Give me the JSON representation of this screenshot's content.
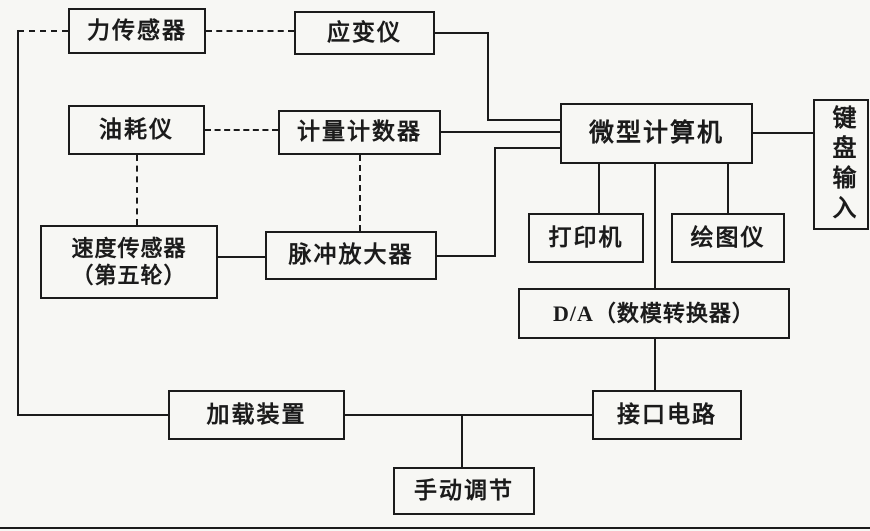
{
  "diagram": {
    "nodes": {
      "force_sensor": "力传感器",
      "strain_gauge": "应变仪",
      "fuel_meter": "油耗仪",
      "metering_counter": "计量计数器",
      "microcomputer": "微型计算机",
      "keyboard_input": "键盘输入",
      "speed_sensor_line1": "速度传感器",
      "speed_sensor_line2": "（第五轮）",
      "pulse_amplifier": "脉冲放大器",
      "printer": "打印机",
      "plotter": "绘图仪",
      "da_converter": "D/A（数模转换器）",
      "loading_device": "加载装置",
      "interface_circuit": "接口电路",
      "manual_adjustment": "手动调节"
    },
    "colors": {
      "ink": "#1b1b1b",
      "paper": "#f7f7f4"
    }
  }
}
